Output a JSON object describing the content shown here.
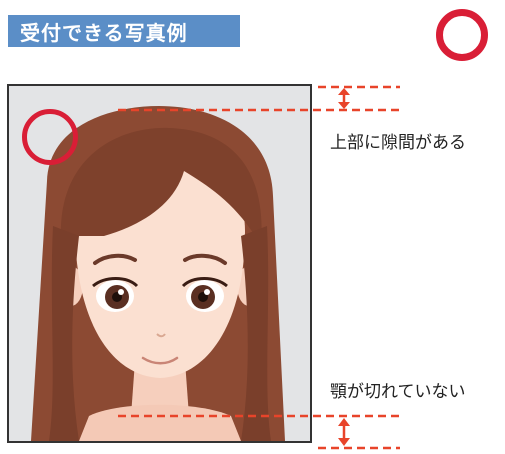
{
  "header": {
    "title": "受付できる写真例"
  },
  "annotations": {
    "top_gap": "上部に隙間がある",
    "chin_visible": "顎が切れていない"
  },
  "colors": {
    "accent": "#5b8ec7",
    "ok_mark": "#d91e36",
    "guide_line": "#e8442a",
    "hair": "#8c4a33",
    "skin": "#fbe0d1"
  },
  "icons": {
    "ok_large": "ok-circle-icon",
    "ok_small": "ok-circle-icon",
    "gap_arrow": "double-arrow-vertical-icon"
  }
}
